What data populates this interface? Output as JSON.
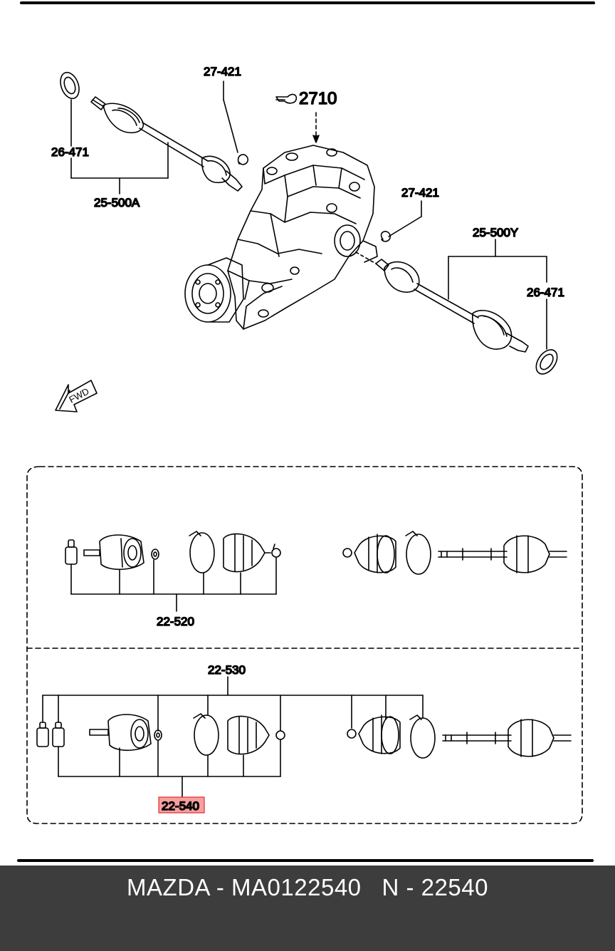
{
  "labels": {
    "shaft_left": "25-500A",
    "bearing_left": "26-471",
    "clip_left": "27-421",
    "diff_ref": "2710",
    "clip_right": "27-421",
    "shaft_right": "25-500Y",
    "bearing_right": "26-471",
    "fwd": "FWD",
    "kit_inner": "22-520",
    "kit_full": "22-530",
    "kit_highlight": "22-540"
  },
  "colors": {
    "highlight_fill": "#f5a0a0",
    "highlight_border": "#e03030",
    "footer_bg": "#3d3d3d",
    "footer_text": "#ffffff"
  },
  "footer": {
    "text": "MAZDA - MA0122540   N - 22540"
  }
}
